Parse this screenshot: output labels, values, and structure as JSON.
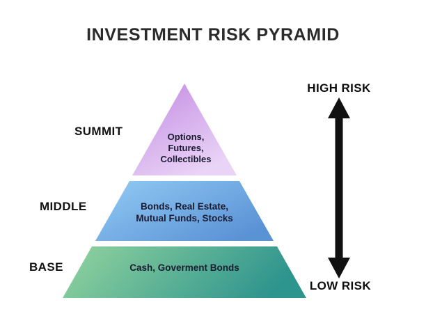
{
  "title": "INVESTMENT RISK PYRAMID",
  "tiers": [
    {
      "side_label": "SUMMIT",
      "content": "Options,\nFutures,\nCollectibles"
    },
    {
      "side_label": "MIDDLE",
      "content": "Bonds, Real Estate,\nMutual Funds, Stocks"
    },
    {
      "side_label": "BASE",
      "content": "Cash, Goverment Bonds"
    }
  ],
  "risk_scale": {
    "high_label": "HIGH RISK",
    "low_label": "LOW RISK"
  },
  "colors": {
    "summit_gradient_from": "#c28ae2",
    "summit_gradient_to": "#e9d3f6",
    "middle_gradient_from": "#93ccf4",
    "middle_gradient_to": "#5a92d6",
    "base_gradient_from": "#93d59e",
    "base_gradient_to": "#2e948e",
    "arrow": "#111111",
    "title_text": "#2b2b2b",
    "tier_text": "#1b1b30"
  }
}
